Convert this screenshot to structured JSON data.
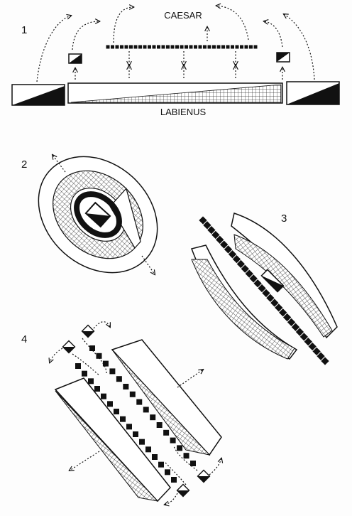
{
  "labels": {
    "top_side": "CAESAR",
    "bottom_side": "LABIENUS"
  },
  "panels": [
    {
      "number": "1"
    },
    {
      "number": "2"
    },
    {
      "number": "3"
    },
    {
      "number": "4"
    }
  ],
  "colors": {
    "ink": "#111111",
    "paper": "#fdfdfd"
  }
}
